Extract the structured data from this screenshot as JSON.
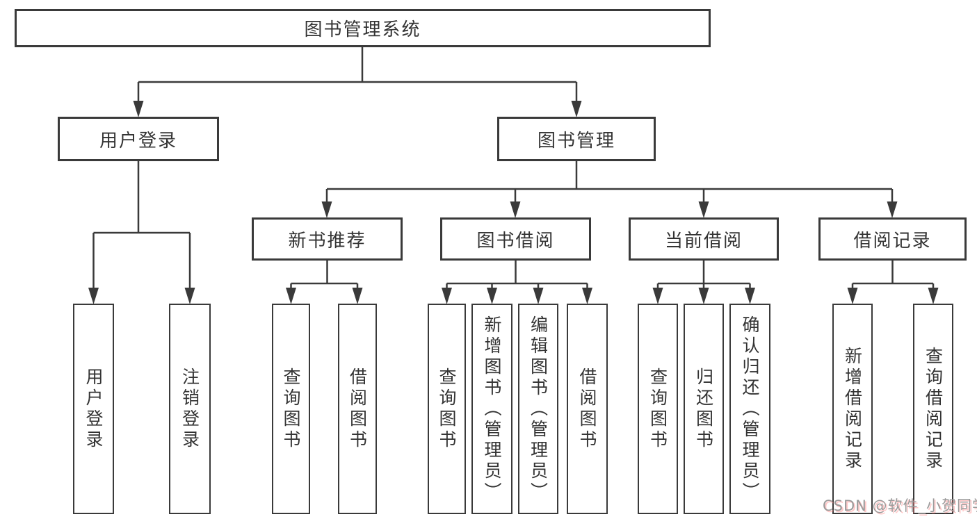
{
  "diagram": {
    "root": {
      "label": "图书管理系统"
    },
    "level2": [
      {
        "label": "用户登录"
      },
      {
        "label": "图书管理"
      }
    ],
    "level3": [
      {
        "label": "新书推荐"
      },
      {
        "label": "图书借阅"
      },
      {
        "label": "当前借阅"
      },
      {
        "label": "借阅记录"
      }
    ],
    "leaves": [
      {
        "label": "用户登录"
      },
      {
        "label": "注销登录"
      },
      {
        "label": "查询图书"
      },
      {
        "label": "借阅图书"
      },
      {
        "label": "查询图书"
      },
      {
        "label": "新增图书（管理员）"
      },
      {
        "label": "编辑图书（管理员）"
      },
      {
        "label": "借阅图书"
      },
      {
        "label": "查询图书"
      },
      {
        "label": "归还图书"
      },
      {
        "label": "确认归还（管理员）"
      },
      {
        "label": "新增借阅记录"
      },
      {
        "label": "查询借阅记录"
      }
    ]
  },
  "watermark": {
    "text": "CSDN @软件_小贺同学"
  },
  "colors": {
    "line": "#3a3a3a",
    "text": "#333333",
    "background": "#ffffff",
    "watermark": "#9a9a9a"
  }
}
